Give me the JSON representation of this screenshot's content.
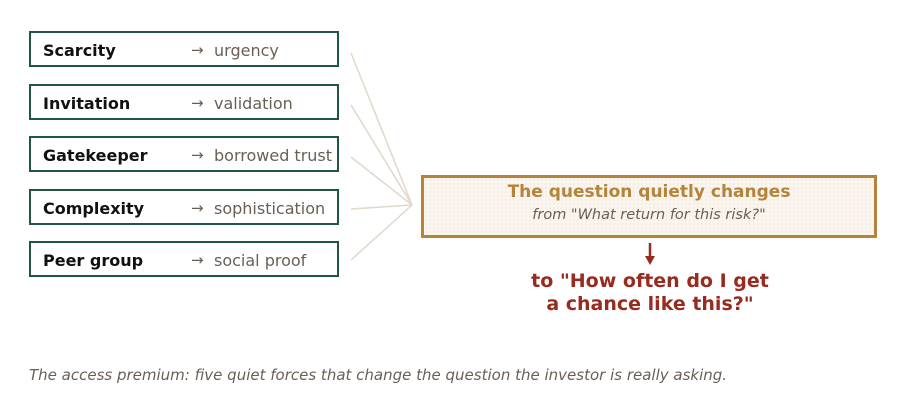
{
  "forces": [
    {
      "name": "Scarcity",
      "arrow": "→",
      "effect": "urgency"
    },
    {
      "name": "Invitation",
      "arrow": "→",
      "effect": "validation"
    },
    {
      "name": "Gatekeeper",
      "arrow": "→",
      "effect": "borrowed trust"
    },
    {
      "name": "Complexity",
      "arrow": "→",
      "effect": "sophistication"
    },
    {
      "name": "Peer group",
      "arrow": "→",
      "effect": "social proof"
    }
  ],
  "question": {
    "title": "The question quietly changes",
    "from_text": "from  \"What return for this risk?\"",
    "to_line1": "to  \"How often do I get",
    "to_line2": "a chance like this?\""
  },
  "caption": "The access premium: five quiet forces that change the question the investor is really asking.",
  "colors": {
    "box_border": "#1f5744",
    "accent": "#b5833a",
    "to_text": "#982a1f",
    "muted_text": "#6a5f55",
    "connector": "#e0d8c8"
  }
}
